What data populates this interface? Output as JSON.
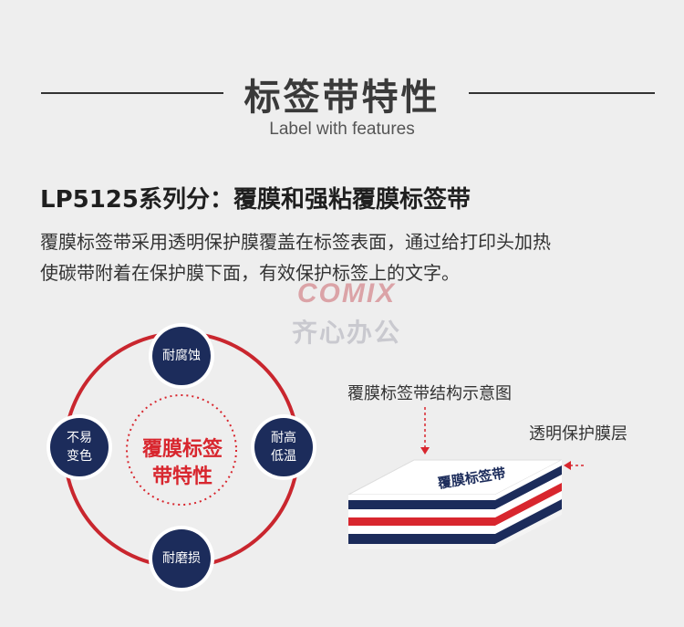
{
  "header": {
    "title": "标签带特性",
    "subtitle": "Label with features"
  },
  "intro": {
    "heading": "LP5125系列分：覆膜和强粘覆膜标签带",
    "line1": "覆膜标签带采用透明保护膜覆盖在标签表面，通过给打印头加热",
    "line2": "使碳带附着在保护膜下面，有效保护标签上的文字。"
  },
  "watermark": {
    "brand": "COMIX",
    "cn": "齐心办公"
  },
  "features": {
    "center_line1": "覆膜标签",
    "center_line2": "带特性",
    "top": "耐腐蚀",
    "left_line1": "不易",
    "left_line2": "变色",
    "right_line1": "耐高",
    "right_line2": "低温",
    "bottom": "耐磨损"
  },
  "diagram": {
    "title": "覆膜标签带结构示意图",
    "layer_label": "透明保护膜层",
    "box_text": "覆膜标签带"
  },
  "colors": {
    "navy": "#1c2c5b",
    "red": "#d8262e",
    "background": "#eeeeee"
  }
}
